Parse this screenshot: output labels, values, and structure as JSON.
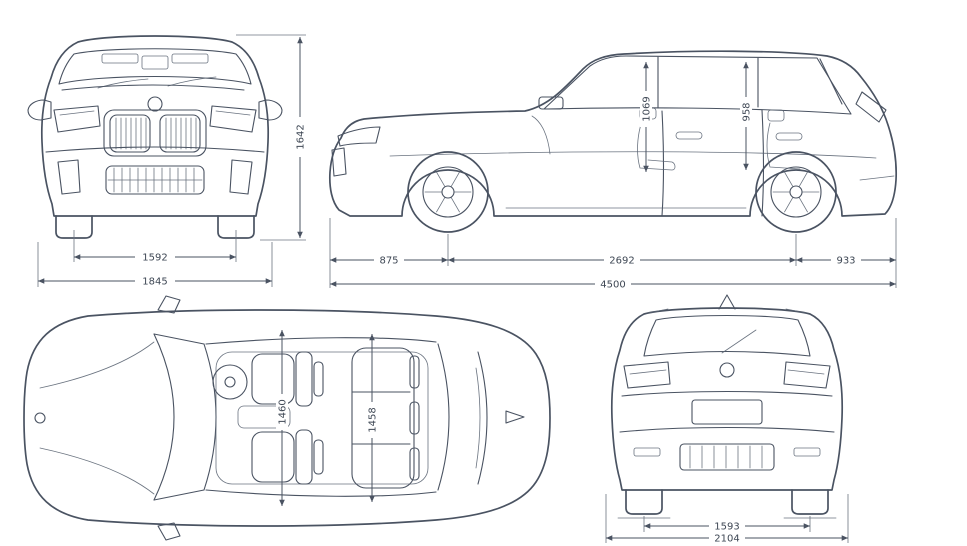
{
  "colors": {
    "line": "#4A5362",
    "text": "#3E4754",
    "background": "#FFFFFF"
  },
  "front_view": {
    "track_width": "1592",
    "overall_width": "1845",
    "overall_height": "1642"
  },
  "side_view": {
    "interior_height_front": "1069",
    "interior_height_rear": "958",
    "front_overhang": "875",
    "wheelbase": "2692",
    "rear_overhang": "933",
    "overall_length": "4500"
  },
  "top_view": {
    "interior_width_front": "1460",
    "interior_width_rear": "1458"
  },
  "rear_view": {
    "track_width": "1593",
    "overall_width": "2104"
  }
}
